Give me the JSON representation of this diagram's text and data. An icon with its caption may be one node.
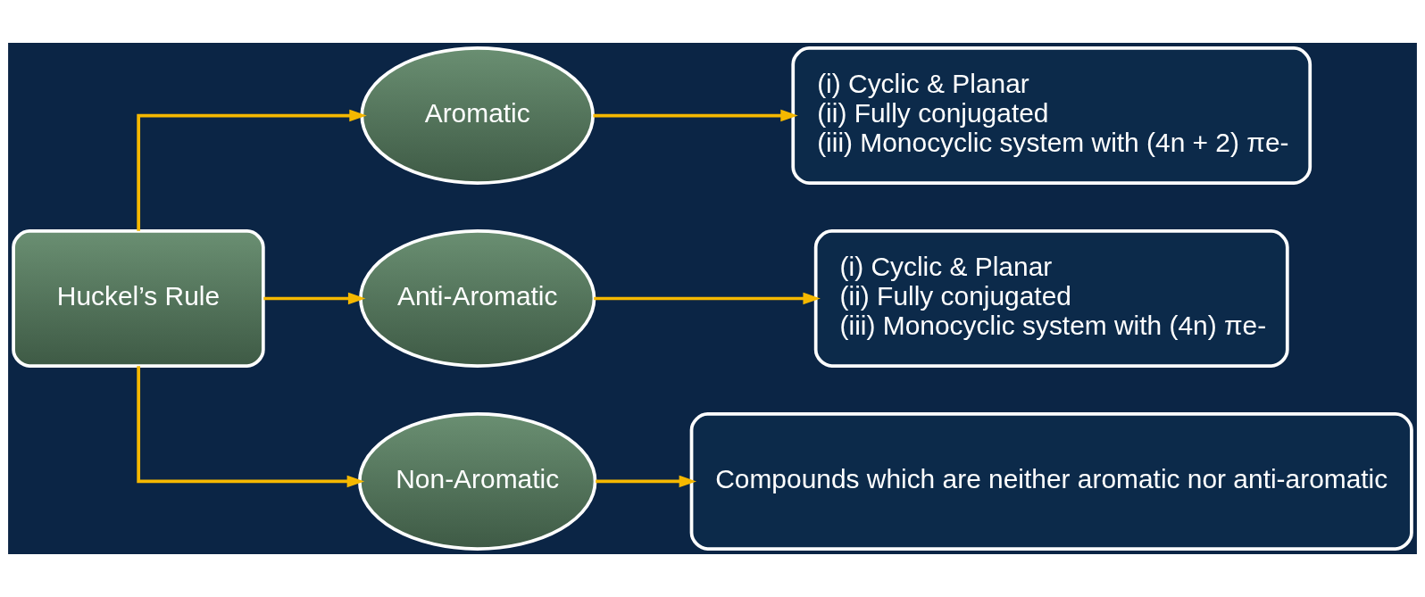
{
  "diagram": {
    "nodes": [
      {
        "text": [
          "Huckel’s Rule"
        ]
      },
      {
        "text": [
          "Aromatic"
        ]
      },
      {
        "text": [
          "Anti-Aromatic"
        ]
      },
      {
        "text": [
          "Non-Aromatic"
        ]
      },
      {
        "text": [
          "(i) Cyclic & Planar",
          "(ii) Fully conjugated",
          "(iii) Monocyclic system with (4n + 2) πe-"
        ]
      },
      {
        "text": [
          "(i) Cyclic & Planar",
          "(ii) Fully conjugated",
          "(iii) Monocyclic system with (4n) πe-"
        ]
      },
      {
        "text": [
          "Compounds which are neither aromatic nor anti-aromatic"
        ]
      }
    ],
    "edges": [
      {
        "from": 0,
        "to": 1,
        "arrow": "to"
      },
      {
        "from": 0,
        "to": 2,
        "arrow": "to"
      },
      {
        "from": 0,
        "to": 3,
        "arrow": "to"
      },
      {
        "from": 1,
        "to": 4,
        "arrow": "to"
      },
      {
        "from": 2,
        "to": 5,
        "arrow": "to"
      },
      {
        "from": 3,
        "to": 6,
        "arrow": "to"
      }
    ]
  }
}
